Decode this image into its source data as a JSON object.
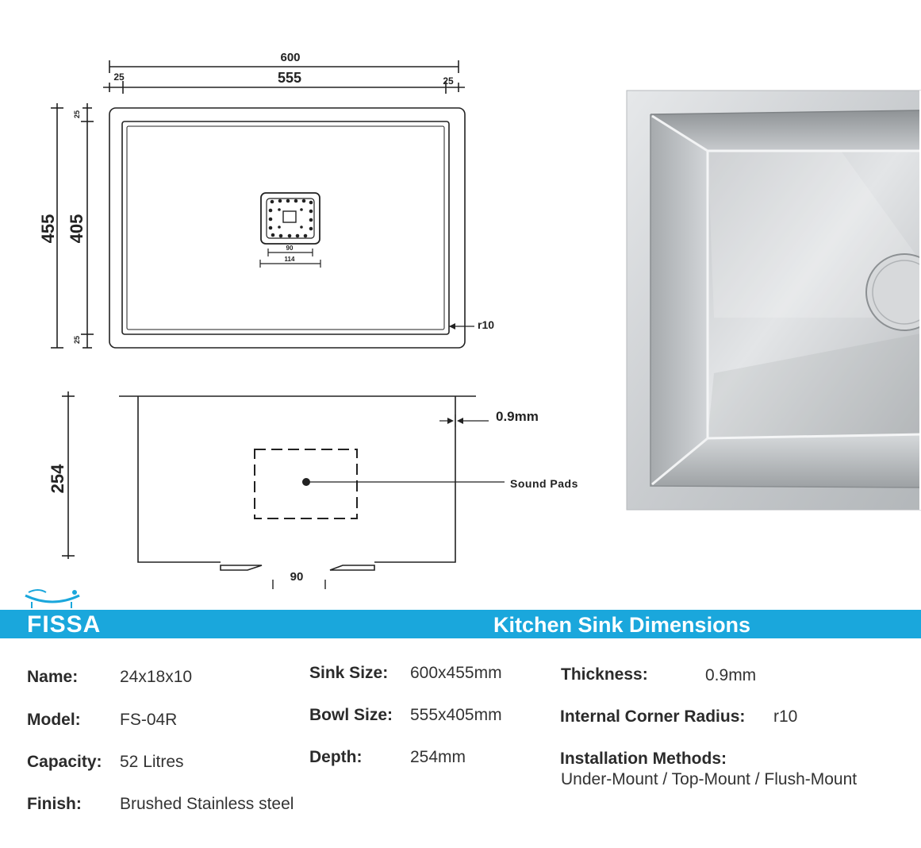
{
  "drawing": {
    "top_view": {
      "overall_width": "600",
      "bowl_width": "555",
      "rim_left": "25",
      "rim_right": "25",
      "overall_length": "455",
      "bowl_length": "405",
      "rim_top": "25",
      "rim_bottom": "25",
      "drain_inner": "90",
      "drain_outer": "114",
      "corner_radius": "r10"
    },
    "side_view": {
      "depth": "254",
      "thickness": "0.9mm",
      "sound_pads": "Sound Pads",
      "drain_width": "90"
    }
  },
  "banner": {
    "brand": "FISSA",
    "title": "Kitchen Sink Dimensions",
    "color": "#1aa7dc"
  },
  "specs": {
    "name_label": "Name:",
    "name_value": "24x18x10",
    "model_label": "Model:",
    "model_value": "FS-04R",
    "capacity_label": "Capacity:",
    "capacity_value": "52 Litres",
    "finish_label": "Finish:",
    "finish_value": "Brushed Stainless steel",
    "sink_size_label": "Sink Size:",
    "sink_size_value": "600x455mm",
    "bowl_size_label": "Bowl Size:",
    "bowl_size_value": "555x405mm",
    "depth_label": "Depth:",
    "depth_value": "254mm",
    "thickness_label": "Thickness:",
    "thickness_value": "0.9mm",
    "radius_label": "Internal Corner Radius:",
    "radius_value": "r10",
    "install_label": "Installation Methods:",
    "install_value": "Under-Mount / Top-Mount / Flush-Mount"
  }
}
